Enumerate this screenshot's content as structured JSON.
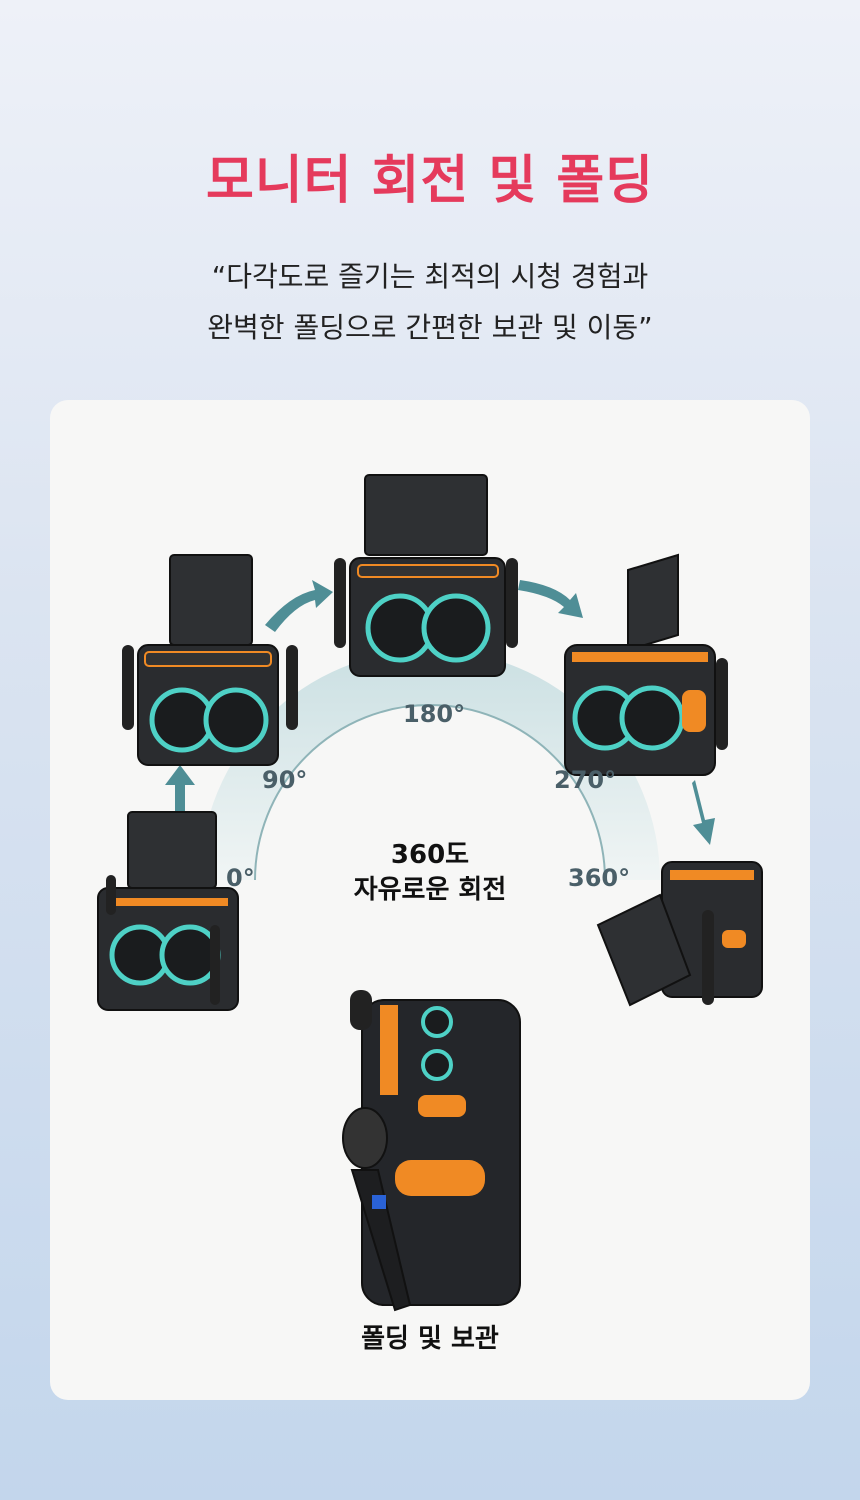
{
  "title": "모니터 회전 및 폴딩",
  "subtitle": {
    "line1": "“다각도로 즐기는 최적의 시청 경험과",
    "line2": "완벽한 폴딩으로 간편한 보관 및 이동”"
  },
  "rotation": {
    "angles": [
      "0°",
      "90°",
      "180°",
      "270°",
      "360°"
    ],
    "center_line1": "360도",
    "center_line2": "자유로운 회전"
  },
  "fold_label": "폴딩 및 보관",
  "colors": {
    "title": "#e53a5c",
    "arrow": "#4f8e96",
    "speaker_body": "#2a2c2f",
    "accent_orange": "#f08a24",
    "glow": "#4ed1c6"
  }
}
